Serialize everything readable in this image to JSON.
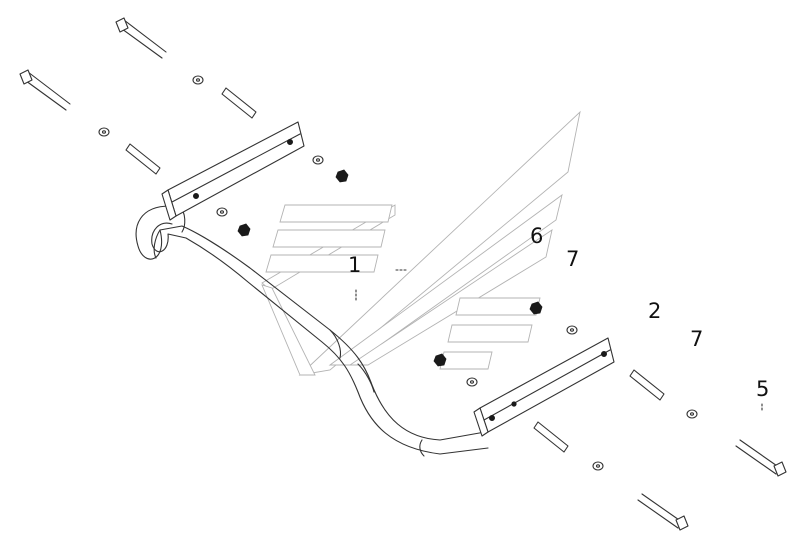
{
  "diagram": {
    "callouts": [
      {
        "id": "1",
        "text": "1"
      },
      {
        "id": "6",
        "text": "6"
      },
      {
        "id": "7a",
        "text": "7"
      },
      {
        "id": "2",
        "text": "2"
      },
      {
        "id": "7b",
        "text": "7"
      },
      {
        "id": "5",
        "text": "5"
      }
    ],
    "parts": [
      "bumper-tube",
      "upper-bracket",
      "lower-bracket",
      "bolt",
      "bushing",
      "washer",
      "nut"
    ],
    "watermark": "logo-watermark",
    "colors": {
      "line": "#333333",
      "watermark_line": "#b3b3b3",
      "background": "#ffffff"
    }
  }
}
